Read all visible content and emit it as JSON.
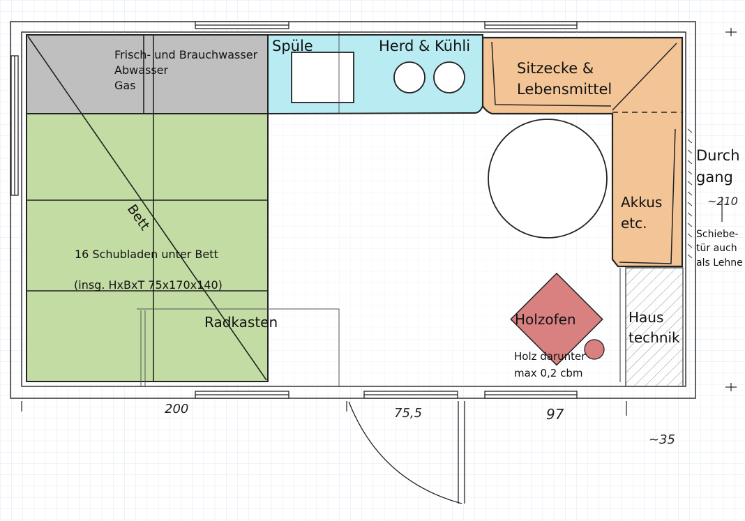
{
  "labels": {
    "water_line1": "Frisch- und Brauchwasser",
    "water_line2": "Abwasser",
    "water_line3": "Gas",
    "sink": "Spüle",
    "stove_fridge": "Herd & Kühli",
    "seating_line1": "Sitzecke &",
    "seating_line2": "Lebensmittel",
    "passage_line1": "Durch",
    "passage_line2": "gang",
    "passage_width": "~210",
    "sliding_door_line1": "Schiebe-",
    "sliding_door_line2": "tür  auch",
    "sliding_door_line3": "als Lehne",
    "batteries_line1": "Akkus",
    "batteries_line2": "etc.",
    "bed": "Bett",
    "drawers_line1": "16 Schubladen unter Bett",
    "drawers_line2": "(insg. HxBxT  75x170x140)",
    "wheel_arch": "Radkasten",
    "stove": "Holzofen",
    "wood_line1": "Holz darunter",
    "wood_line2": "max 0,2 cbm",
    "house_tech_line1": "Haus",
    "house_tech_line2": "technik"
  },
  "dimensions": {
    "bed_length": "200",
    "door_width": "75,5",
    "middle_width": "97",
    "tech_width": "~35"
  },
  "colors": {
    "grey_zone": "#bfbfbf",
    "bed_zone": "#c3dca3",
    "kitchen_zone": "#b8ecf2",
    "seating_zone": "#f2c496",
    "stove_zone": "#d98080",
    "grid": "#d7e1ee"
  }
}
